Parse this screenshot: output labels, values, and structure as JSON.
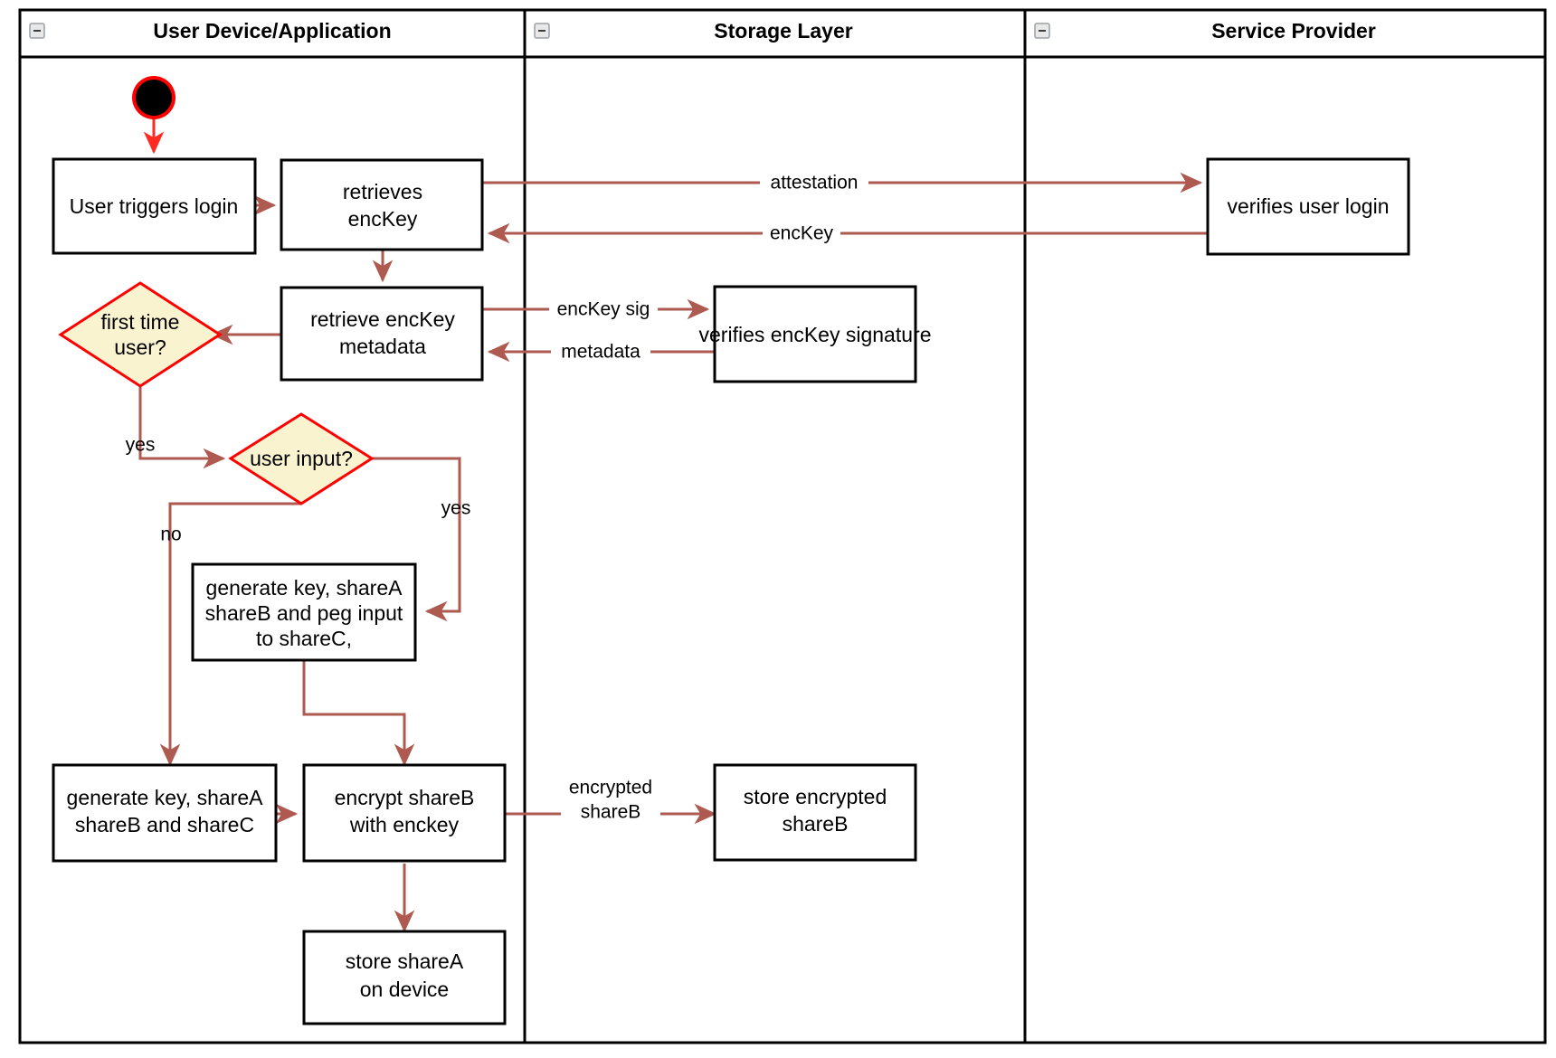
{
  "diagram": {
    "type": "swimlane-activity-diagram",
    "background_color": "#ffffff",
    "colors": {
      "flow_arrow": "#ae5a50",
      "start_arrow": "#ff2a20",
      "decision_fill": "#faf3d0",
      "decision_stroke": "#ff0000",
      "node_stroke": "#000000",
      "lane_stroke": "#000000"
    }
  },
  "lanes": [
    {
      "id": "lane-user-device",
      "title": "User Device/Application",
      "collapse_icon": "minus-icon"
    },
    {
      "id": "lane-storage",
      "title": "Storage Layer",
      "collapse_icon": "minus-icon"
    },
    {
      "id": "lane-service-provider",
      "title": "Service Provider",
      "collapse_icon": "minus-icon"
    }
  ],
  "nodes": {
    "start": {
      "shape": "initial-node",
      "label": ""
    },
    "user_triggers_login": {
      "shape": "rect",
      "lane": "lane-user-device",
      "label": "User triggers login"
    },
    "retrieves_enckey": {
      "shape": "rect",
      "lane": "lane-user-device",
      "line1": "retrieves",
      "line2": "encKey"
    },
    "retrieve_enckey_metadata": {
      "shape": "rect",
      "lane": "lane-user-device",
      "line1": "retrieve encKey",
      "line2": "metadata"
    },
    "first_time_user": {
      "shape": "diamond",
      "lane": "lane-user-device",
      "line1": "first time",
      "line2": "user?"
    },
    "user_input": {
      "shape": "diamond",
      "lane": "lane-user-device",
      "label": "user input?"
    },
    "generate_peg": {
      "shape": "rect",
      "lane": "lane-user-device",
      "line1": "generate key, shareA",
      "line2": "shareB and peg input",
      "line3": "to shareC,"
    },
    "generate_shares": {
      "shape": "rect",
      "lane": "lane-user-device",
      "line1": "generate key, shareA",
      "line2": "shareB and shareC"
    },
    "encrypt_shareb": {
      "shape": "rect",
      "lane": "lane-user-device",
      "line1": "encrypt shareB",
      "line2": "with enckey"
    },
    "store_sharea": {
      "shape": "rect",
      "lane": "lane-user-device",
      "line1": "store shareA",
      "line2": "on device"
    },
    "verifies_enckey_signature": {
      "shape": "rect",
      "lane": "lane-storage",
      "label": "verifies encKey signature"
    },
    "store_encrypted_shareb": {
      "shape": "rect",
      "lane": "lane-storage",
      "line1": "store encrypted",
      "line2": "shareB"
    },
    "verifies_user_login": {
      "shape": "rect",
      "lane": "lane-service-provider",
      "label": "verifies user login"
    }
  },
  "edge_labels": {
    "attestation": "attestation",
    "enckey": "encKey",
    "enckey_sig": "encKey sig",
    "metadata": "metadata",
    "yes_first_time": "yes",
    "yes_user_input": "yes",
    "no_user_input": "no",
    "encrypted_shareb_line1": "encrypted",
    "encrypted_shareb_line2": "shareB"
  }
}
